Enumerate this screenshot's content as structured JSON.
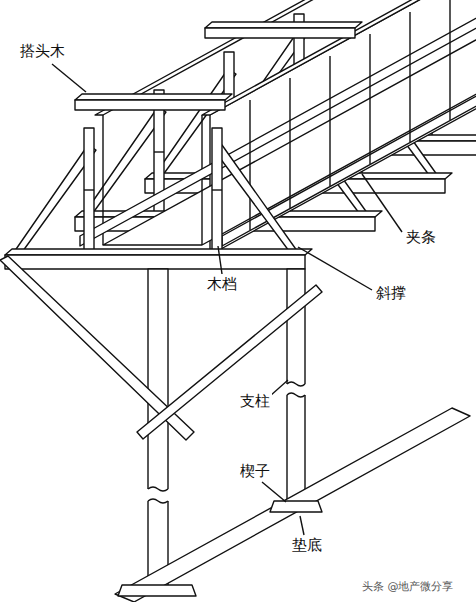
{
  "diagram": {
    "labels": [
      "搭头木",
      "夹条",
      "木档",
      "斜撑",
      "支柱",
      "楔子",
      "垫底",
      "头条 @地产微分享"
    ]
  }
}
